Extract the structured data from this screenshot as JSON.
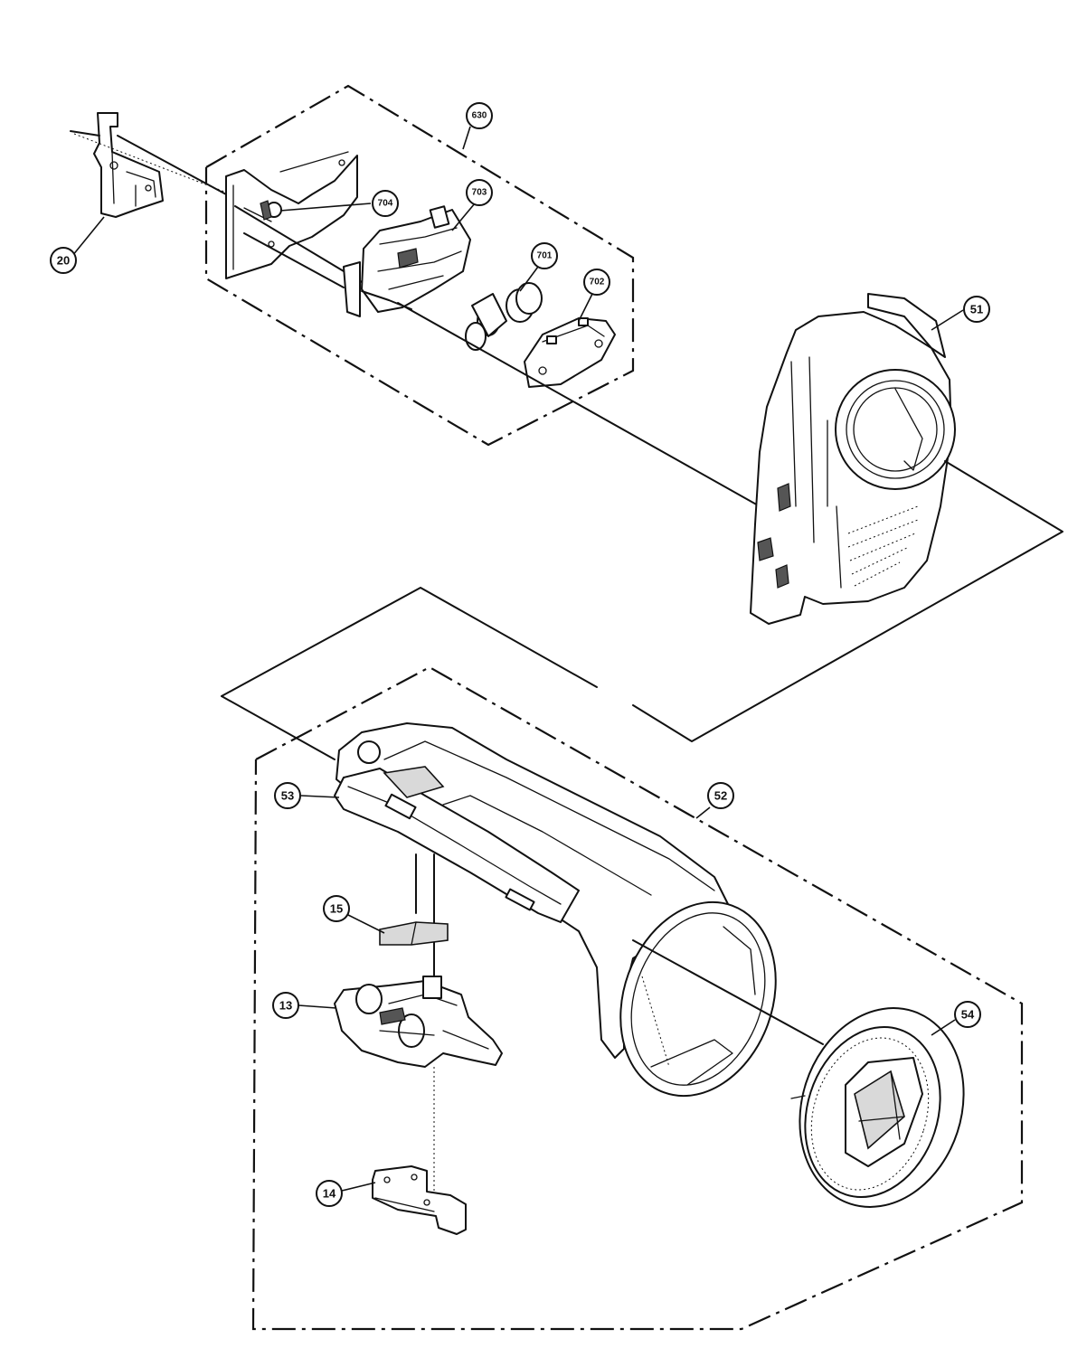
{
  "callouts": {
    "c20": "20",
    "c630": "630",
    "c704": "704",
    "c703": "703",
    "c701": "701",
    "c702": "702",
    "c51": "51",
    "c53": "53",
    "c52": "52",
    "c15": "15",
    "c13": "13",
    "c54": "54",
    "c14": "14"
  }
}
